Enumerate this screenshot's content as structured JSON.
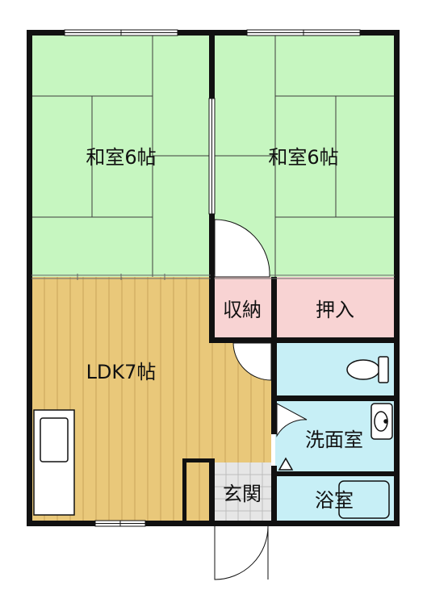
{
  "rooms": {
    "washitsu_left": {
      "label": "和室6帖"
    },
    "washitsu_right": {
      "label": "和室6帖"
    },
    "ldk": {
      "label": "LDK7帖"
    },
    "shuno": {
      "label": "収納"
    },
    "oshiire": {
      "label": "押入"
    },
    "senmenshitsu": {
      "label": "洗面室"
    },
    "yokushitsu": {
      "label": "浴室"
    },
    "genkan": {
      "label": "玄関"
    }
  },
  "colors": {
    "tatami": "#c6f6c0",
    "wood_floor": "#e9c87a",
    "wood_line": "#c9a55a",
    "storage": "#f8d3d3",
    "wet_area": "#c7eff6",
    "entrance_tile": "#e6e6e6",
    "wall": "#111111"
  }
}
